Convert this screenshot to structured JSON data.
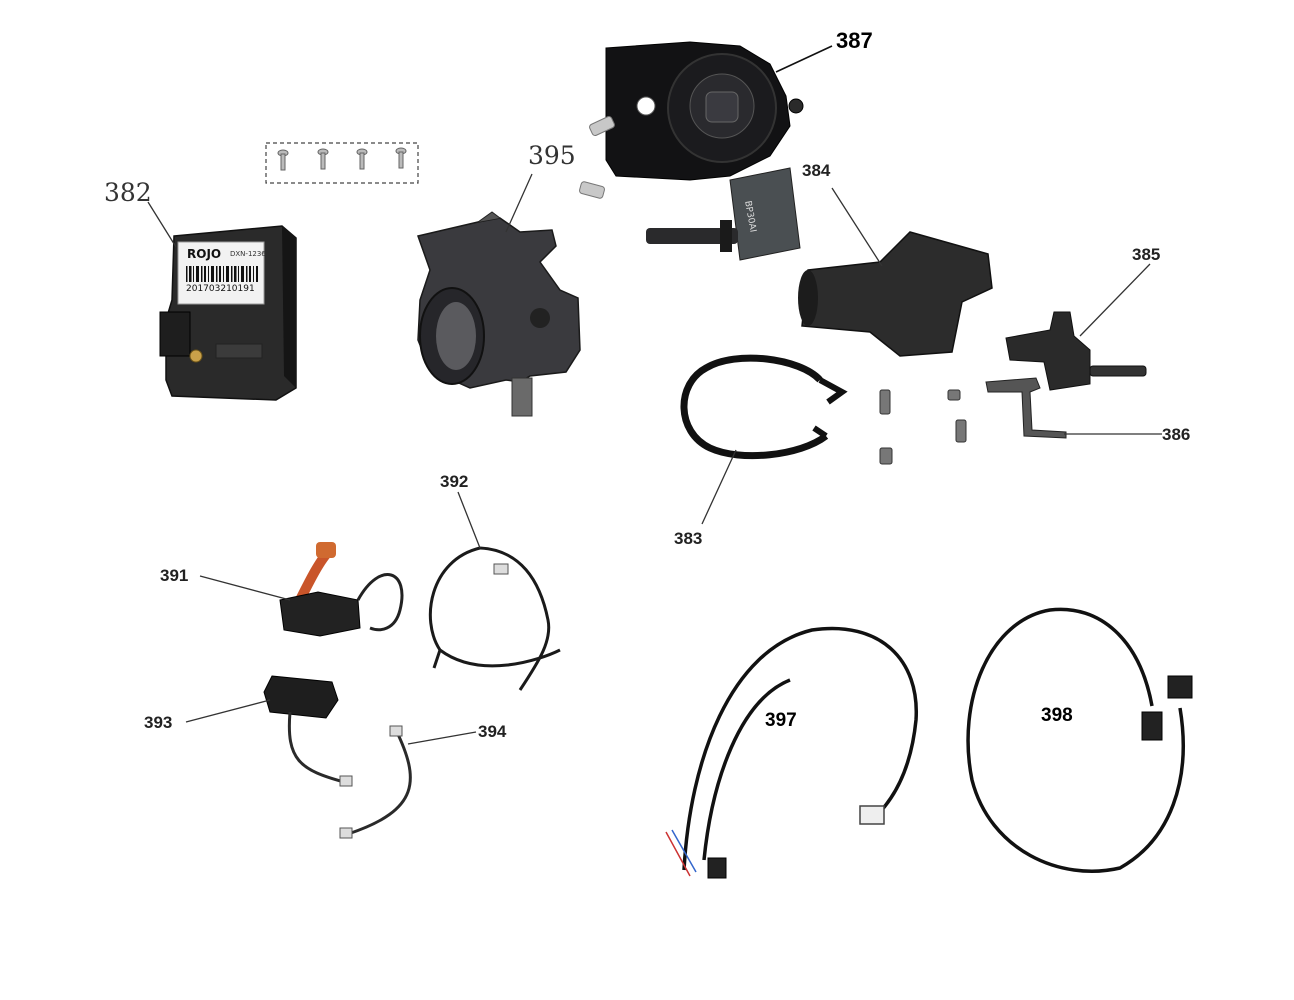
{
  "callouts": {
    "p382": "382",
    "p383": "383",
    "p384": "384",
    "p385": "385",
    "p386": "386",
    "p387": "387",
    "p391": "391",
    "p392": "392",
    "p393": "393",
    "p394": "394",
    "p395": "395",
    "p397": "397",
    "p398": "398"
  },
  "ecu_label": {
    "brand": "ROJO",
    "model": "DXN-1236",
    "barcode_number": "201703210191"
  },
  "clamp_marking": "BP30AI"
}
